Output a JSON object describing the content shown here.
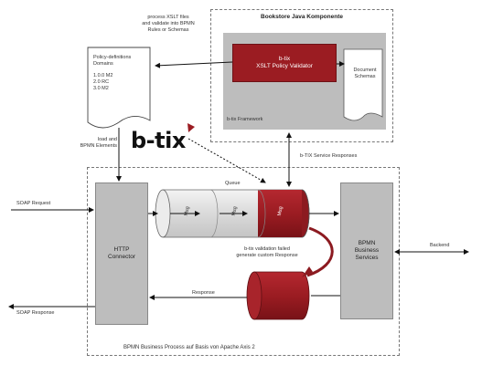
{
  "diagram": {
    "top_note": [
      "process XSLT files",
      "and validate into BPMN",
      "Rules or Schemas"
    ],
    "java_components": {
      "title": "Bookstore Java Komponente",
      "validator_label": [
        "b-tix",
        "XSLT Policy Validator"
      ],
      "document_label": [
        "Document",
        "Schemas"
      ],
      "framework_label": "b-tix Framework"
    },
    "policy_doc": {
      "title": [
        "Policy-definitions",
        "Domains"
      ],
      "items": [
        "1.0.0 M2",
        "2.0 RC",
        "3.0 M2"
      ]
    },
    "load_note": [
      "load and",
      "BPMN Elements"
    ],
    "logo": {
      "text": "b-tix",
      "accent_color": "#9b1c22"
    },
    "response_note": "b-TIX Service Responses",
    "outer_title": "BPMN Business Process auf Basis von Apache Axis 2",
    "soap_request_label": "SOAP Request",
    "soap_response_label": "SOAP Response",
    "http_connector_label": [
      "HTTP",
      "Connector"
    ],
    "queue_label": "Queue",
    "queue_segments": [
      "Msg",
      "Msg",
      "Msg"
    ],
    "queue_segment_colors": [
      "#e6e6e6",
      "#e6e6e6",
      "#9b1c22"
    ],
    "feedback_note": [
      "b-tix validation failed",
      "generate custom Response"
    ],
    "response_label": "Response",
    "service_label": [
      "BPMN",
      "Business",
      "Services"
    ],
    "backend_label": "Backend",
    "colors": {
      "accent": "#9b1c22",
      "gray": "#bdbdbd"
    }
  }
}
